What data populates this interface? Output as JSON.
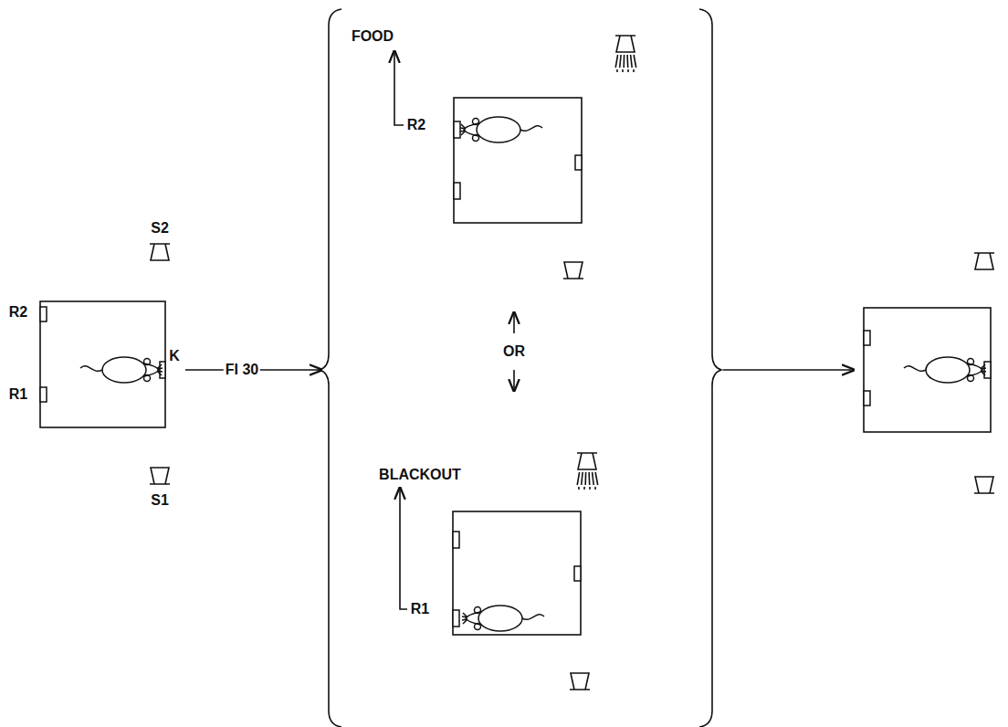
{
  "diagram": {
    "labels": [
      "S2",
      "R2",
      "K",
      "R1",
      "FI 30",
      "S1",
      "FOOD",
      "R2",
      "OR",
      "BLACKOUT",
      "R1"
    ]
  }
}
